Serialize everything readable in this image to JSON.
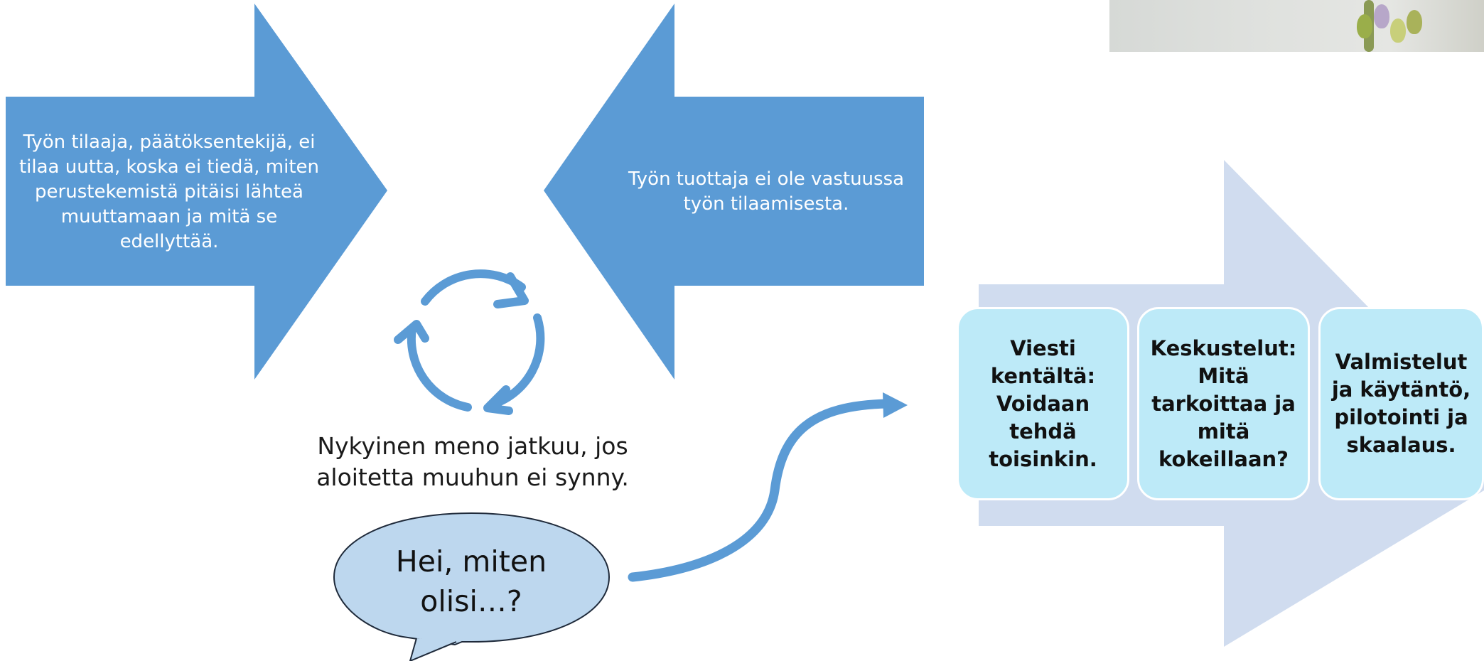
{
  "left_arrow": {
    "text": "Työn tilaaja, päätöksentekijä, ei tilaa uutta, koska ei tiedä, miten perustekemistä pitäisi lähteä muuttamaan ja mitä se edellyttää.",
    "color": "#5b9bd5"
  },
  "right_arrow": {
    "text": "Työn tuottaja ei ole vastuussa työn tilaamisesta.",
    "color": "#5b9bd5"
  },
  "cycle": {
    "icon": "cycle-arrows-icon",
    "caption": "Nykyinen meno jatkuu, jos aloitetta muuhun ei synny."
  },
  "speech_bubble": {
    "text": "Hei, miten olisi…?",
    "fill": "#bdd7ee"
  },
  "process": {
    "background_arrow_color": "#d0dcef",
    "steps": [
      {
        "label": "Viesti kentältä: Voidaan tehdä toisinkin."
      },
      {
        "label": "Keskustelut: Mitä tarkoittaa ja mitä kokeillaan?"
      },
      {
        "label": "Valmistelut ja käytäntö, pilotointi ja skaalaus."
      }
    ],
    "step_color": "#bdeaf8"
  }
}
